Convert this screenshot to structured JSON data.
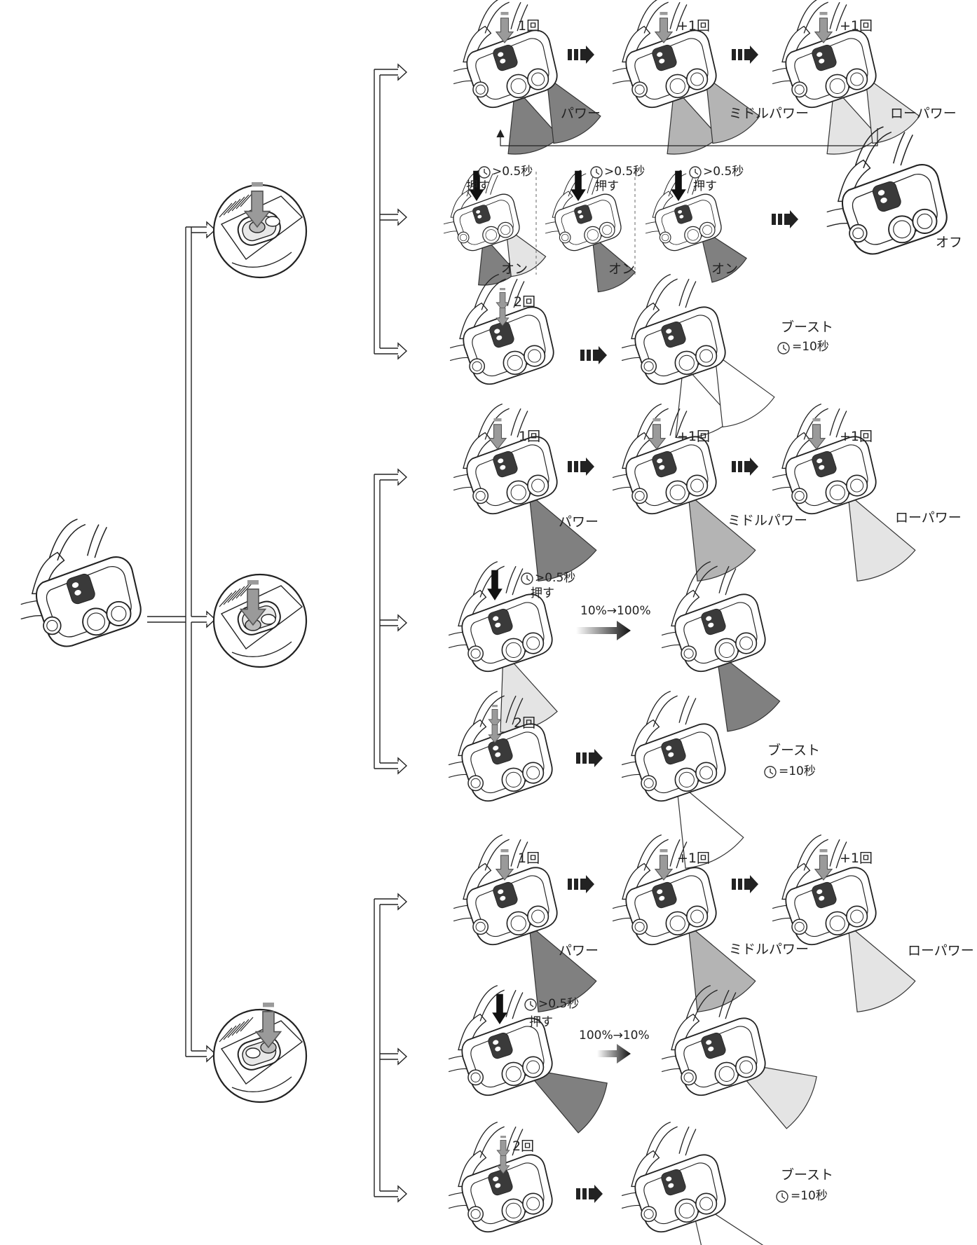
{
  "colors": {
    "power": "#808080",
    "middle": "#b4b4b4",
    "low": "#e4e4e4",
    "boost": "#ffffff",
    "line": "#222222",
    "button_arrow": "#9a9a9a"
  },
  "press": {
    "once": "1回",
    "plus_once": "+1回",
    "twice": "2回",
    "hold_time": ">0.5秒",
    "hold_word": "押す"
  },
  "modes": {
    "power": "パワー",
    "middle": "ミドルパワー",
    "low": "ローパワー",
    "on": "オン",
    "off": "オフ",
    "boost": "ブースト",
    "boost_duration": "=10秒"
  },
  "dimming": {
    "up": "10%→100%",
    "down": "100%→10%"
  }
}
